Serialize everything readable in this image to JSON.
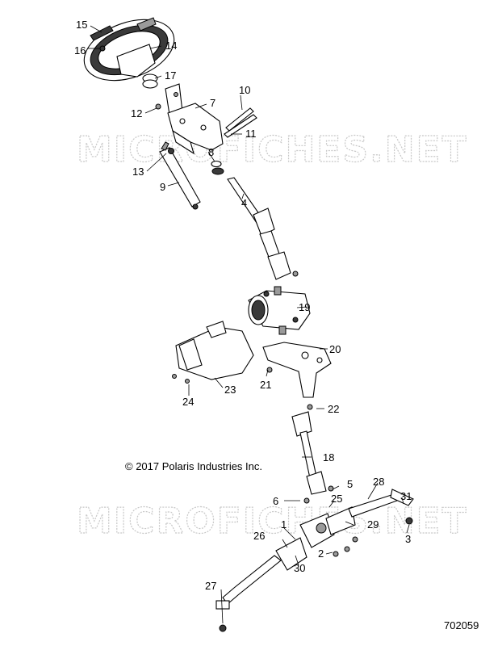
{
  "watermark": "MICROFICHES.NET",
  "copyright": "© 2017 Polaris Industries Inc.",
  "figure_id": "702059",
  "callouts": {
    "c1": "1",
    "c2": "2",
    "c3": "3",
    "c4": "4",
    "c5": "5",
    "c6": "6",
    "c7": "7",
    "c8": "8",
    "c9": "9",
    "c10": "10",
    "c11": "11",
    "c12": "12",
    "c13": "13",
    "c14": "14",
    "c15": "15",
    "c16": "16",
    "c17": "17",
    "c18": "18",
    "c19": "19",
    "c20": "20",
    "c21": "21",
    "c22": "22",
    "c23": "23",
    "c24": "24",
    "c25": "25",
    "c26": "26",
    "c27": "27",
    "c28": "28",
    "c29": "29",
    "c30": "30",
    "c31": "31"
  }
}
